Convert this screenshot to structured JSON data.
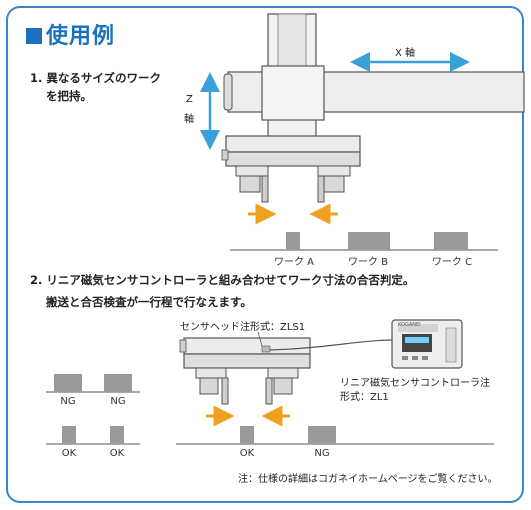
{
  "title": "■使用例",
  "section1": {
    "line1": "1. 異なるサイズのワーク",
    "line2": "を把持。",
    "x_axis_label": "X 軸",
    "z_axis_label_1": "Z",
    "z_axis_label_2": "軸",
    "work_labels": [
      "ワーク A",
      "ワーク B",
      "ワーク C"
    ]
  },
  "section2": {
    "line1": "2. リニア磁気センサコントローラと組み合わせてワーク寸法の合否判定。",
    "line2": "搬送と合否検査が一行程で行なえます。",
    "sensor_head_label": "センサヘッド注形式：ZLS1",
    "controller_label_1": "リニア磁気センサコントローラ注",
    "controller_label_2": "形式：ZL1",
    "controller_brand": "KOGANEI",
    "left_results_top": [
      "NG",
      "NG"
    ],
    "left_results_bottom": [
      "OK",
      "OK"
    ],
    "right_results": [
      "OK",
      "NG"
    ]
  },
  "note": "注：仕様の詳細はコガネイホームページをご覧ください。",
  "colors": {
    "accent": "#1a72bf",
    "arrow_blue": "#3aa0d8",
    "arrow_orange": "#f0a020",
    "work": "#9a9a9a"
  }
}
